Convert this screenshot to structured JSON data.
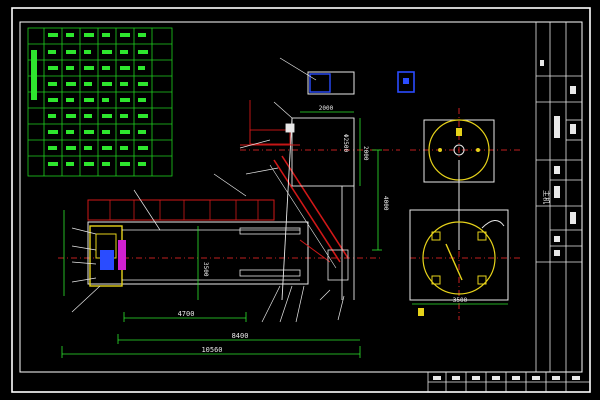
{
  "colors": {
    "background": "#000000",
    "frame": "#ffffff",
    "table_lines": "#1fd11f",
    "dim_green": "#2ee62e",
    "centerline_red": "#ff2a2a",
    "rail_red": "#d01818",
    "machine_yellow": "#e6d21a",
    "cabin_blue": "#2a4cff",
    "accent_cyan": "#00d8ff",
    "accent_magenta": "#d020d0",
    "leader_white": "#e8e8e8"
  },
  "dimensions": {
    "overall_length": "10560",
    "middle_length": "8400",
    "inner_length": "4700",
    "height_main": "2000",
    "height_right": "4000",
    "height_left": "3500",
    "top_width": "2000",
    "top_dia": "Φ2500",
    "plan_width": "3500"
  },
  "title_block": {
    "stamp": "主机"
  },
  "icons": {
    "drawing_frame": "cad-frame",
    "cabin": "control-room-icon",
    "small_block": "blue-box-icon"
  }
}
